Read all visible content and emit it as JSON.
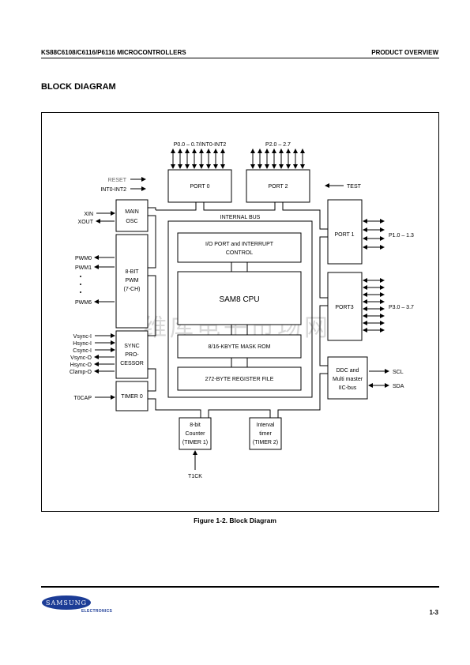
{
  "header": {
    "left": "KS88C6108/C6116/P6116 MICROCONTROLLERS",
    "right": "PRODUCT OVERVIEW"
  },
  "section_title": "BLOCK DIAGRAM",
  "diagram": {
    "port0": "PORT 0",
    "port2": "PORT 2",
    "port1": "PORT 1",
    "port3": "PORT3",
    "internal_bus": "INTERNAL BUS",
    "io_port_1": "I/O PORT and INTERRUPT",
    "io_port_2": "CONTROL",
    "cpu": "SAM8 CPU",
    "rom": "8/16-KBYTE MASK ROM",
    "regfile": "272-BYTE REGISTER FILE",
    "main_osc_1": "MAIN",
    "main_osc_2": "OSC",
    "pwm_1": "8-BIT",
    "pwm_2": "PWM",
    "pwm_3": "(7-CH)",
    "sync_1": "SYNC",
    "sync_2": "PRO-",
    "sync_3": "CESSOR",
    "timer0": "TIMER 0",
    "counter_1": "8-bit",
    "counter_2": "Counter",
    "counter_3": "(TIMER 1)",
    "interval_1": "Interval",
    "interval_2": "timer",
    "interval_3": "(TIMER 2)",
    "ddc_1": "DDC and",
    "ddc_2": "Multi master",
    "ddc_3": "IIC-bus",
    "label_p0": "P0.0 – 0.7/INT0-INT2",
    "label_p2": "P2.0 – 2.7",
    "label_p1": "P1.0 – 1.3",
    "label_p3": "P3.0 – 3.7",
    "reset": "RESET",
    "int": "INT0-INT2",
    "test": "TEST",
    "xin": "XIN",
    "xout": "XOUT",
    "pwm0": "PWM0",
    "pwm1": "PWM1",
    "pwm6": "PWM6",
    "vsync_i": "Vsync-I",
    "hsync_i": "Hsync-I",
    "csync_i": "Csync-I",
    "vsync_o": "Vsync-O",
    "hsync_o": "Hsync-O",
    "clamp_o": "Clamp-O",
    "t0cap": "T0CAP",
    "t1ck": "T1CK",
    "scl": "SCL",
    "sda": "SDA"
  },
  "watermark": "维库电子市场网",
  "caption": "Figure 1-2.  Block Diagram",
  "footer": {
    "logo_text": "SAMSUNG",
    "electronics": "ELECTRONICS",
    "page_number": "1-3"
  }
}
